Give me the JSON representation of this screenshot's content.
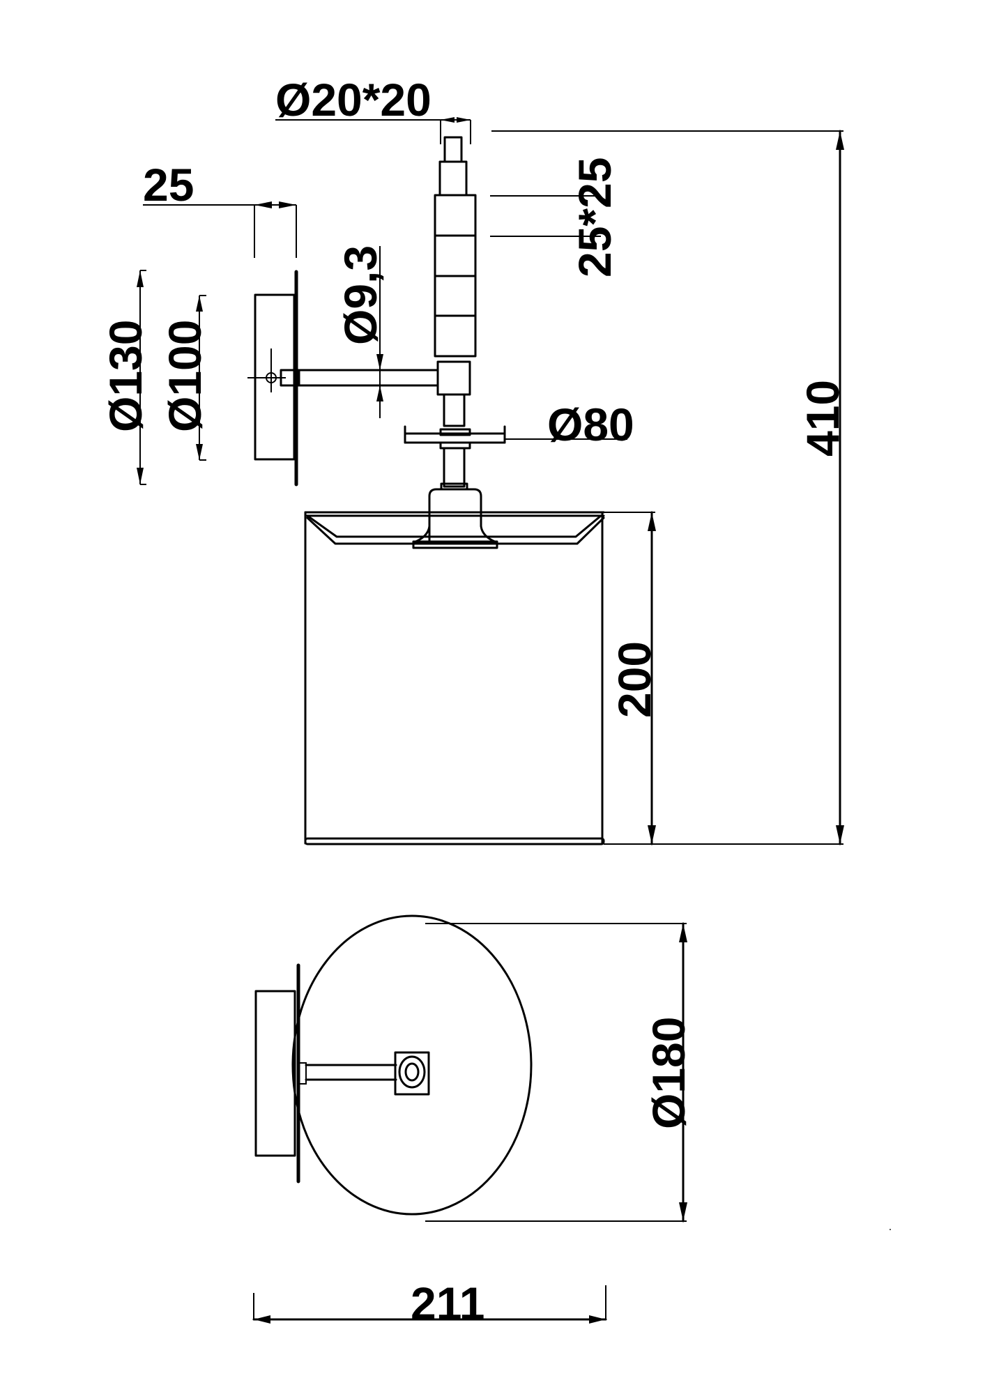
{
  "drawing": {
    "title": "Wall lamp dimension drawing",
    "colors": {
      "line": "#000000",
      "background": "#ffffff"
    },
    "views": [
      "side-elevation",
      "top-plan"
    ],
    "dimensions": {
      "column_top": "Ø20*20",
      "wall_offset": "25",
      "column_section": "25*25",
      "arm_diameter": "Ø9,3",
      "canopy_outer": "Ø130",
      "canopy_inner": "Ø100",
      "cup_diameter": "Ø80",
      "overall_height": "410",
      "shade_height": "200",
      "shade_diameter": "Ø180",
      "overall_projection": "211"
    }
  }
}
